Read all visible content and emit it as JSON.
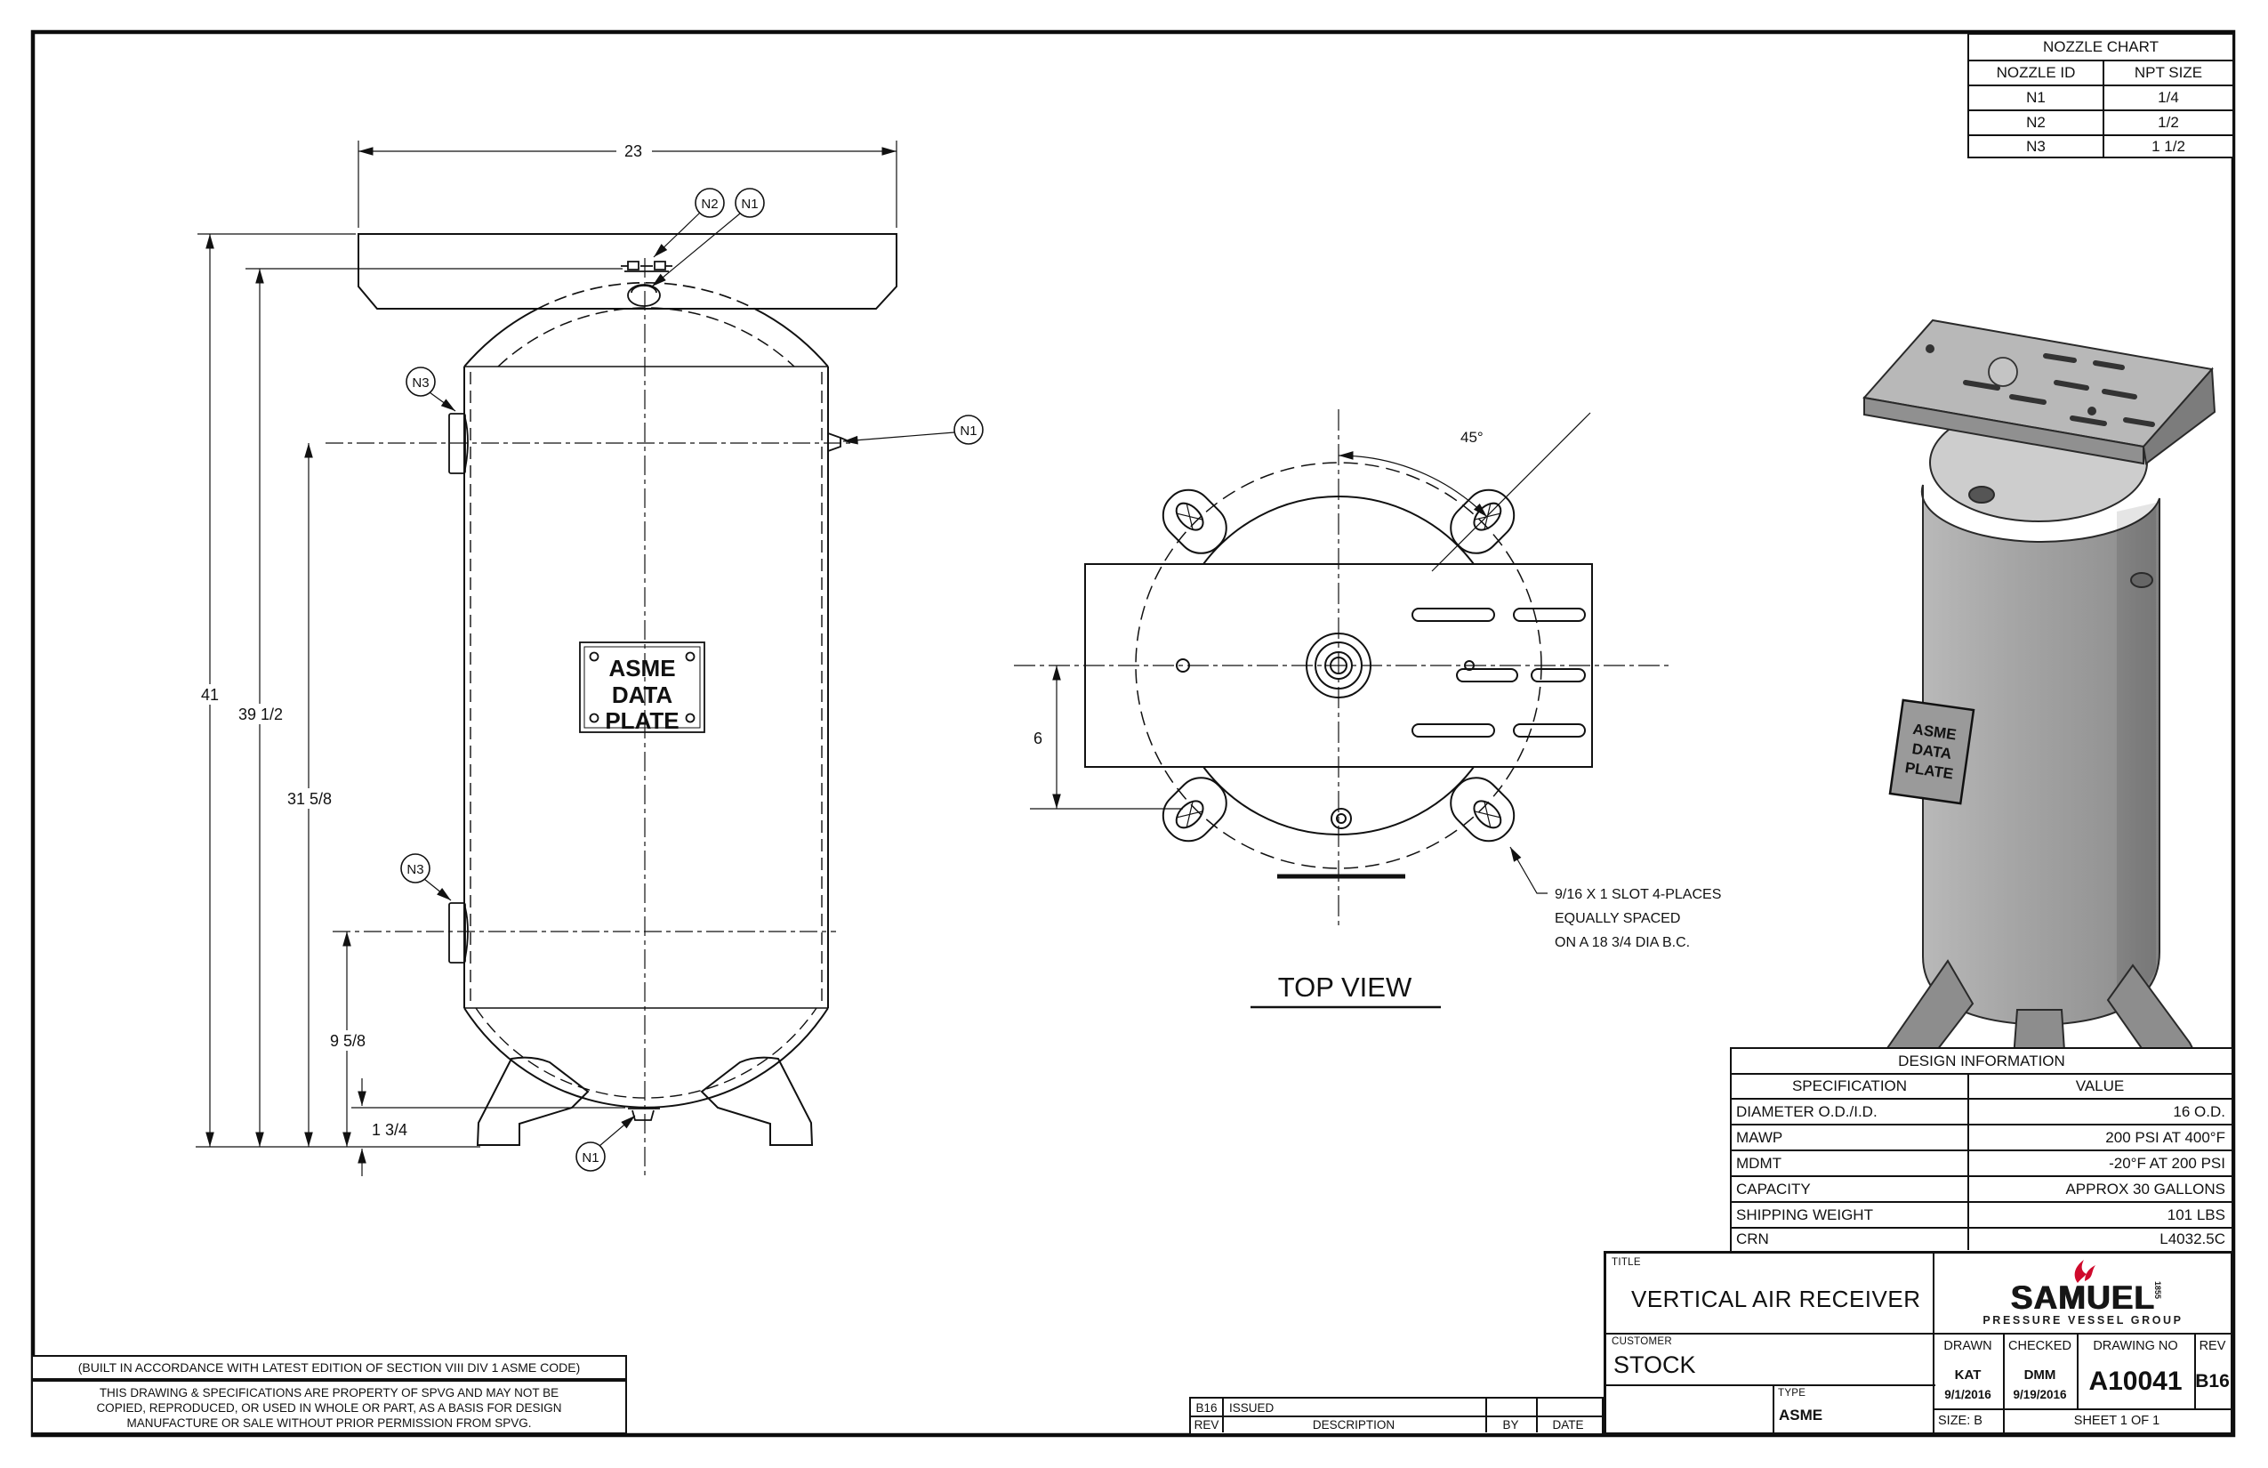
{
  "colors": {
    "line": "#111111",
    "accent_red": "#cf0a2c",
    "tank_gray": "#a0a0a0"
  },
  "nozzle_chart": {
    "title": "NOZZLE CHART",
    "col_id": "NOZZLE ID",
    "col_size": "NPT SIZE",
    "rows": [
      {
        "id": "N1",
        "size": "1/4"
      },
      {
        "id": "N2",
        "size": "1/2"
      },
      {
        "id": "N3",
        "size": "1 1/2"
      }
    ]
  },
  "design_info": {
    "title": "DESIGN INFORMATION",
    "col_spec": "SPECIFICATION",
    "col_value": "VALUE",
    "rows": [
      {
        "spec": "DIAMETER O.D./I.D.",
        "value": "16 O.D."
      },
      {
        "spec": "MAWP",
        "value": "200 PSI AT 400°F"
      },
      {
        "spec": "MDMT",
        "value": "-20°F AT 200 PSI"
      },
      {
        "spec": "CAPACITY",
        "value": "APPROX 30 GALLONS"
      },
      {
        "spec": "SHIPPING WEIGHT",
        "value": "101 LBS"
      },
      {
        "spec": "CRN",
        "value": "L4032.5C"
      }
    ]
  },
  "title_block": {
    "title_label": "TITLE",
    "title": "VERTICAL AIR RECEIVER",
    "customer_label": "CUSTOMER",
    "customer": "STOCK",
    "type_label": "TYPE",
    "type_value": "ASME",
    "drawn_label": "DRAWN",
    "checked_label": "CHECKED",
    "drawing_no_label": "DRAWING NO",
    "rev_label": "REV",
    "drawn_by": "KAT",
    "drawn_date": "9/1/2016",
    "checked_by": "DMM",
    "checked_date": "9/19/2016",
    "drawing_no": "A10041",
    "rev": "B16",
    "size": "SIZE: B",
    "sheet": "SHEET 1  OF 1",
    "logo": {
      "brand": "SAMUEL",
      "year": "1855",
      "tagline": "PRESSURE VESSEL GROUP"
    }
  },
  "revision_table": {
    "header": {
      "rev": "REV",
      "description": "DESCRIPTION",
      "by": "BY",
      "date": "DATE"
    },
    "rows": [
      {
        "rev": "B16",
        "description": "ISSUED",
        "by": "",
        "date": ""
      }
    ]
  },
  "notes": {
    "asme_code": "(BUILT IN ACCORDANCE WITH LATEST EDITION OF SECTION VIII DIV 1 ASME CODE)",
    "property_line1": "THIS DRAWING & SPECIFICATIONS ARE PROPERTY OF SPVG AND MAY NOT BE",
    "property_line2": "COPIED, REPRODUCED, OR USED IN WHOLE OR PART, AS A BASIS FOR DESIGN",
    "property_line3": "MANUFACTURE OR SALE WITHOUT PRIOR PERMISSION FROM SPVG."
  },
  "front_view": {
    "dim_width": "23",
    "dim_overall": "41",
    "dim_h2": "39 1/2",
    "dim_h3": "31 5/8",
    "dim_h4": "9 5/8",
    "dim_h5": "1 3/4",
    "bubble_n1": "N1",
    "bubble_n2": "N2",
    "bubble_n3": "N3",
    "data_plate": [
      "ASME",
      "DATA",
      "PLATE"
    ]
  },
  "top_view": {
    "label": "TOP VIEW",
    "angle": "45°",
    "dim_center": "6",
    "slot_note": [
      "9/16 X 1 SLOT 4-PLACES",
      "EQUALLY SPACED",
      "ON A 18 3/4 DIA B.C."
    ]
  }
}
